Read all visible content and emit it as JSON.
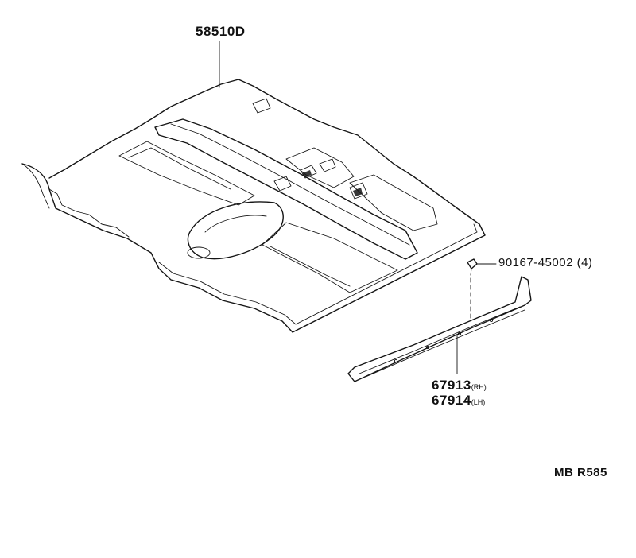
{
  "diagram": {
    "parts": {
      "carpet": {
        "number": "58510D"
      },
      "clip": {
        "number": "90167-45002",
        "qty": "(4)"
      },
      "scuff_rh": {
        "number": "67913",
        "side": "(RH)"
      },
      "scuff_lh": {
        "number": "67914",
        "side": "(LH)"
      }
    },
    "ref_code": "MB R585",
    "colors": {
      "line": "#151515",
      "background": "#ffffff"
    }
  }
}
